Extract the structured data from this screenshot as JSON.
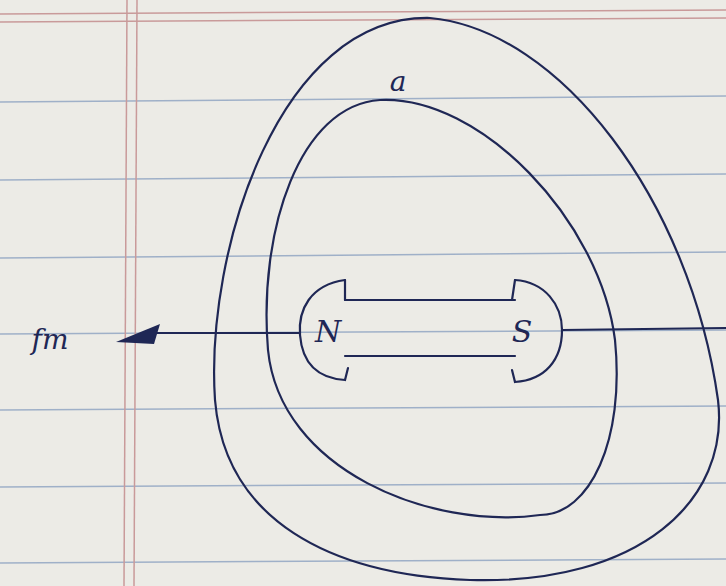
{
  "diagram": {
    "labels": [
      "a",
      "N",
      "S",
      "fm"
    ]
  }
}
